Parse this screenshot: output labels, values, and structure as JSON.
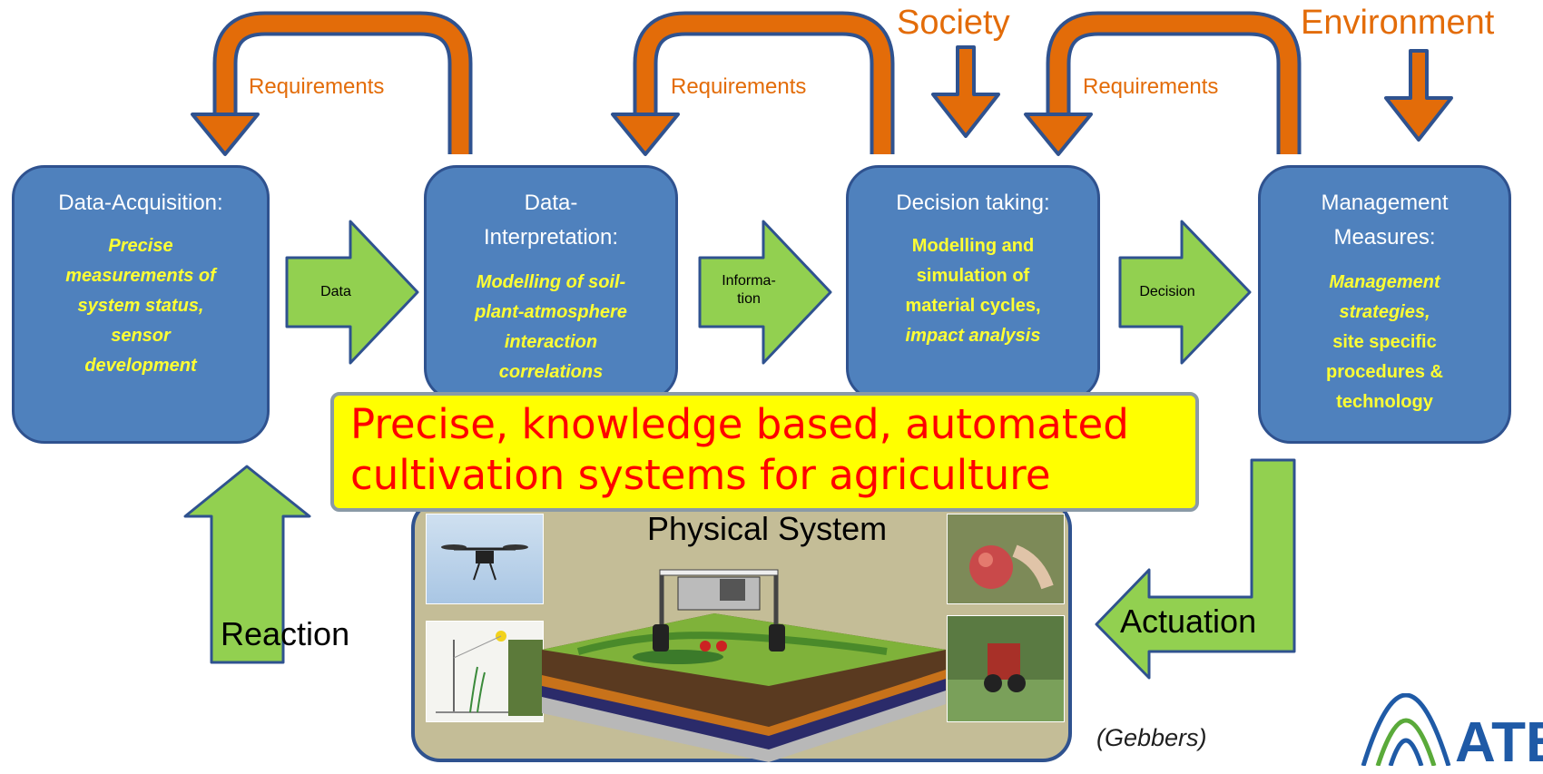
{
  "top_labels": {
    "society": "Society",
    "environment": "Environment"
  },
  "requirements": [
    "Requirements",
    "Requirements",
    "Requirements"
  ],
  "boxes": {
    "acquisition": {
      "title": "Data-Acquisition:",
      "body": [
        "Precise",
        "measurements of",
        "system status,",
        "sensor",
        "development"
      ]
    },
    "interpretation": {
      "title_1": "Data-",
      "title_2": "Interpretation:",
      "body": [
        "Modelling of soil-",
        "plant-atmosphere",
        "interaction",
        "correlations"
      ]
    },
    "decision": {
      "title": "Decision taking:",
      "body": [
        "Modelling and",
        "simulation of",
        "material cycles,",
        "impact analysis"
      ]
    },
    "management": {
      "title_1": "Management",
      "title_2": "Measures:",
      "body": [
        "Management",
        "strategies,",
        "site specific",
        "procedures &",
        "technology"
      ]
    }
  },
  "flow_arrows": {
    "data": "Data",
    "information_1": "Informa-",
    "information_2": "tion",
    "decision": "Decision"
  },
  "banner": {
    "line_1": "Precise, knowledge based, automated",
    "line_2": "cultivation systems for agriculture"
  },
  "physical_system": {
    "title": "Physical System"
  },
  "feedback": {
    "reaction": "Reaction",
    "actuation": "Actuation"
  },
  "citation": "(Gebbers)",
  "logo": {
    "text": "ATB"
  },
  "colors": {
    "box_fill": "#4f81bd",
    "box_border": "#2f528f",
    "orange": "#e36c09",
    "green": "#92d050",
    "banner_fill": "#ffff00",
    "banner_text": "#ff0000",
    "physical_fill": "#c4bd97"
  }
}
